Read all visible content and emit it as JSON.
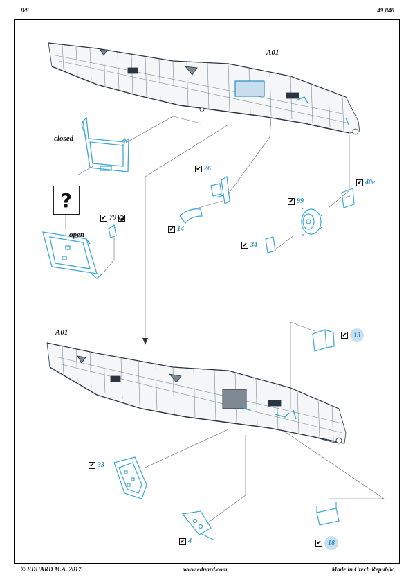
{
  "header": {
    "page": "8/8",
    "code": "49 848"
  },
  "labels": {
    "top_section": "A01",
    "bottom_section": "A01",
    "closed": "closed",
    "open": "open",
    "question": "?"
  },
  "callouts": {
    "c26": "26",
    "c14": "14",
    "c79": "79",
    "c99": "99",
    "c34": "34",
    "c40e": "40e",
    "c13": "13",
    "c33": "33",
    "c4": "4",
    "c18": "18"
  },
  "footer": {
    "copyright": "© EDUARD  M.A. 2017",
    "website": "www.eduard.com",
    "origin": "Made in Czech Republic"
  },
  "colors": {
    "part_blue": "#3fa7d6",
    "fuselage": "#9aa6b3",
    "dark": "#2b3542",
    "highlight": "#c9dff0"
  }
}
